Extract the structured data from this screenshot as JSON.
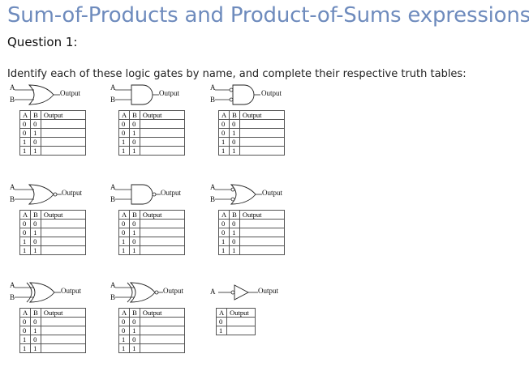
{
  "page": {
    "title": "Sum-of-Products and Product-of-Sums expressions",
    "question": "Question 1:",
    "prompt": "Identify each of these logic gates by name, and complete their respective truth tables:"
  },
  "labels": {
    "a": "A",
    "b": "B",
    "output": "Output"
  },
  "gates": [
    {
      "symbol": "or-gate",
      "inputs": [
        "A",
        "B"
      ],
      "rows": [
        [
          "0",
          "0"
        ],
        [
          "0",
          "1"
        ],
        [
          "1",
          "0"
        ],
        [
          "1",
          "1"
        ]
      ]
    },
    {
      "symbol": "and-gate",
      "inputs": [
        "A",
        "B"
      ],
      "rows": [
        [
          "0",
          "0"
        ],
        [
          "0",
          "1"
        ],
        [
          "1",
          "0"
        ],
        [
          "1",
          "1"
        ]
      ]
    },
    {
      "symbol": "and-gate-inverted-inputs",
      "inputs": [
        "A",
        "B"
      ],
      "rows": [
        [
          "0",
          "0"
        ],
        [
          "0",
          "1"
        ],
        [
          "1",
          "0"
        ],
        [
          "1",
          "1"
        ]
      ]
    },
    {
      "symbol": "nor-gate",
      "inputs": [
        "A",
        "B"
      ],
      "rows": [
        [
          "0",
          "0"
        ],
        [
          "0",
          "1"
        ],
        [
          "1",
          "0"
        ],
        [
          "1",
          "1"
        ]
      ]
    },
    {
      "symbol": "nand-gate",
      "inputs": [
        "A",
        "B"
      ],
      "rows": [
        [
          "0",
          "0"
        ],
        [
          "0",
          "1"
        ],
        [
          "1",
          "0"
        ],
        [
          "1",
          "1"
        ]
      ]
    },
    {
      "symbol": "or-gate-inverted-inputs",
      "inputs": [
        "A",
        "B"
      ],
      "rows": [
        [
          "0",
          "0"
        ],
        [
          "0",
          "1"
        ],
        [
          "1",
          "0"
        ],
        [
          "1",
          "1"
        ]
      ]
    },
    {
      "symbol": "xor-gate",
      "inputs": [
        "A",
        "B"
      ],
      "rows": [
        [
          "0",
          "0"
        ],
        [
          "0",
          "1"
        ],
        [
          "1",
          "0"
        ],
        [
          "1",
          "1"
        ]
      ]
    },
    {
      "symbol": "xnor-gate",
      "inputs": [
        "A",
        "B"
      ],
      "rows": [
        [
          "0",
          "0"
        ],
        [
          "0",
          "1"
        ],
        [
          "1",
          "0"
        ],
        [
          "1",
          "1"
        ]
      ]
    },
    {
      "symbol": "inverter-input-bubble",
      "inputs": [
        "A"
      ],
      "rows": [
        [
          "0"
        ],
        [
          "1"
        ]
      ]
    }
  ],
  "table_headers": {
    "a": "A",
    "b": "B",
    "output": "Output"
  }
}
